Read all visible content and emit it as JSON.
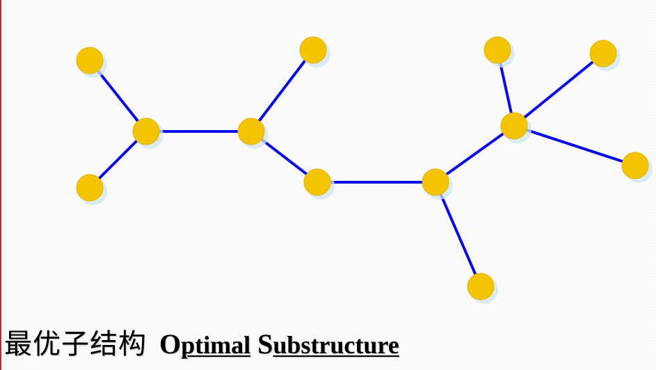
{
  "caption": {
    "chinese": "最优子结构",
    "english_word1_initial": "O",
    "english_word1_rest": "ptimal",
    "english_word2_initial": "S",
    "english_word2_rest": "ubstructure"
  },
  "tree": {
    "node_color": "#f5c400",
    "edge_color": "#0a0ae6",
    "nodes": [
      {
        "id": "n0"
      },
      {
        "id": "n1"
      },
      {
        "id": "n2"
      },
      {
        "id": "n3"
      },
      {
        "id": "n4"
      },
      {
        "id": "n5"
      },
      {
        "id": "n6"
      },
      {
        "id": "n7"
      },
      {
        "id": "n8"
      },
      {
        "id": "n9"
      },
      {
        "id": "n10"
      },
      {
        "id": "n11"
      },
      {
        "id": "n12"
      }
    ],
    "edges": [
      [
        "n0",
        "n2"
      ],
      [
        "n1",
        "n2"
      ],
      [
        "n2",
        "n3"
      ],
      [
        "n3",
        "n4"
      ],
      [
        "n3",
        "n5"
      ],
      [
        "n5",
        "n6"
      ],
      [
        "n6",
        "n7"
      ],
      [
        "n6",
        "n8"
      ],
      [
        "n8",
        "n9"
      ],
      [
        "n8",
        "n10"
      ],
      [
        "n8",
        "n11"
      ]
    ]
  }
}
